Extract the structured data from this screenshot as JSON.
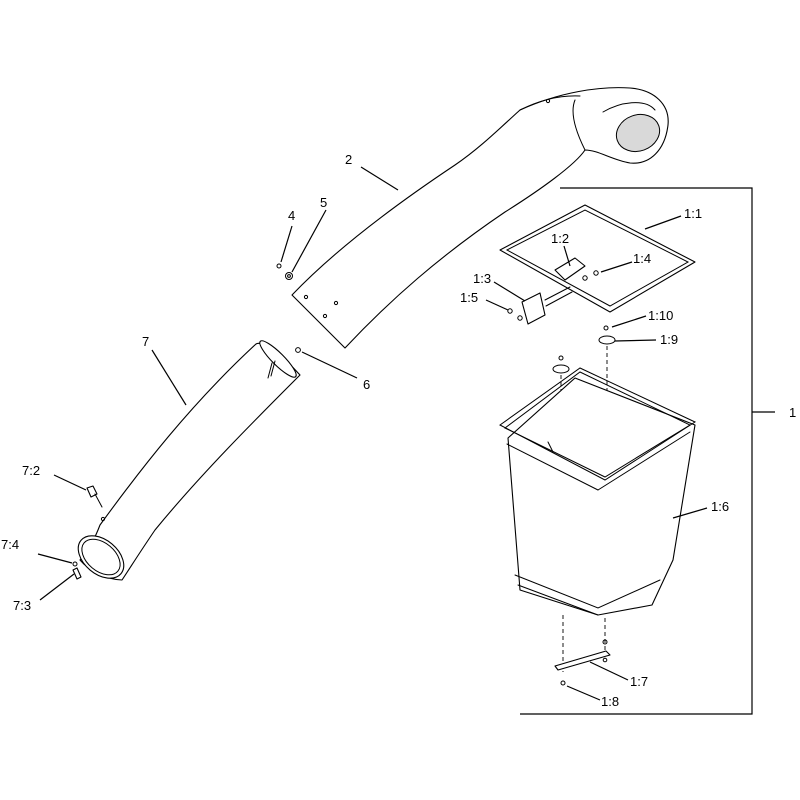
{
  "callouts": {
    "c1": "1",
    "c1_1": "1:1",
    "c1_2": "1:2",
    "c1_3": "1:3",
    "c1_4": "1:4",
    "c1_5": "1:5",
    "c1_6": "1:6",
    "c1_7": "1:7",
    "c1_8": "1:8",
    "c1_9": "1:9",
    "c1_10": "1:10",
    "c2": "2",
    "c4": "4",
    "c5": "5",
    "c6": "6",
    "c7": "7",
    "c7_2": "7:2",
    "c7_3": "7:3",
    "c7_4": "7:4"
  }
}
